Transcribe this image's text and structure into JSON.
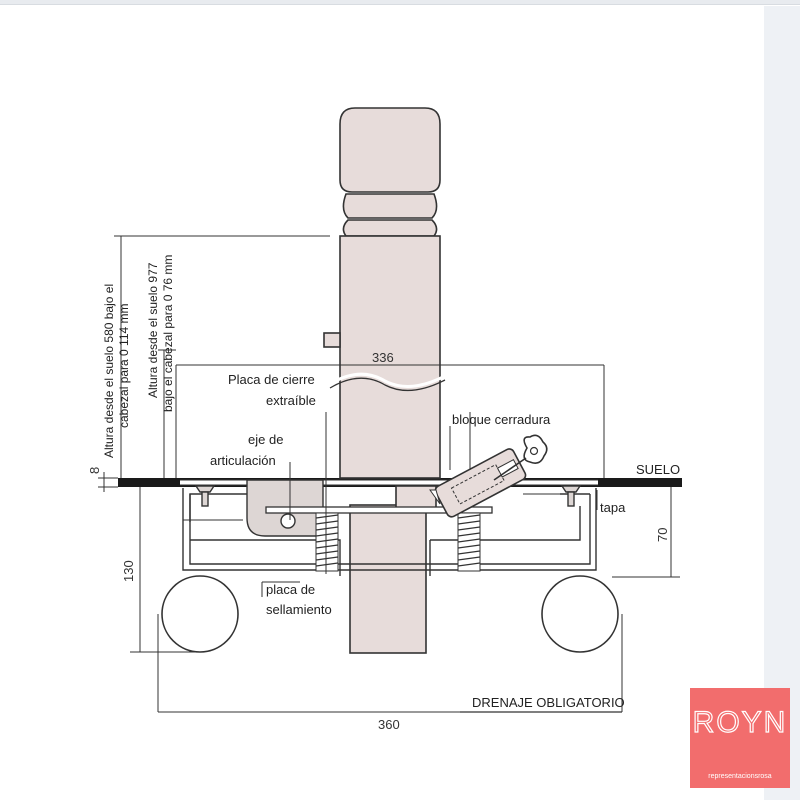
{
  "labels": {
    "dim_top": "336",
    "dim_bottom": "360",
    "dim_left_130": "130",
    "dim_left_8": "8",
    "dim_right_70": "70",
    "placa_cierre_line1": "Placa de cierre",
    "placa_cierre_line2": "extraíble",
    "eje_line1": "eje de",
    "eje_line2": "articulación",
    "bloque": "bloque cerradura",
    "suelo": "SUELO",
    "tapa": "tapa",
    "placa_sell_line1": "placa de",
    "placa_sell_line2": "sellamiento",
    "drenaje": "DRENAJE OBLIGATORIO",
    "height1_line1": "Altura desde el suelo 580 bajo el",
    "height1_line2": "cabezal para 0 114 mm",
    "height2_line1": "Altura desde el suelo 977",
    "height2_line2": "bajo el cabezal para 0 76 mm"
  },
  "logo": {
    "text": "ROYN",
    "subtitle": "representacionsrosa",
    "color": "#f26d6d"
  },
  "colors": {
    "post_fill": "#e7dcda",
    "line": "#333333",
    "ground": "#1a1a1a"
  }
}
